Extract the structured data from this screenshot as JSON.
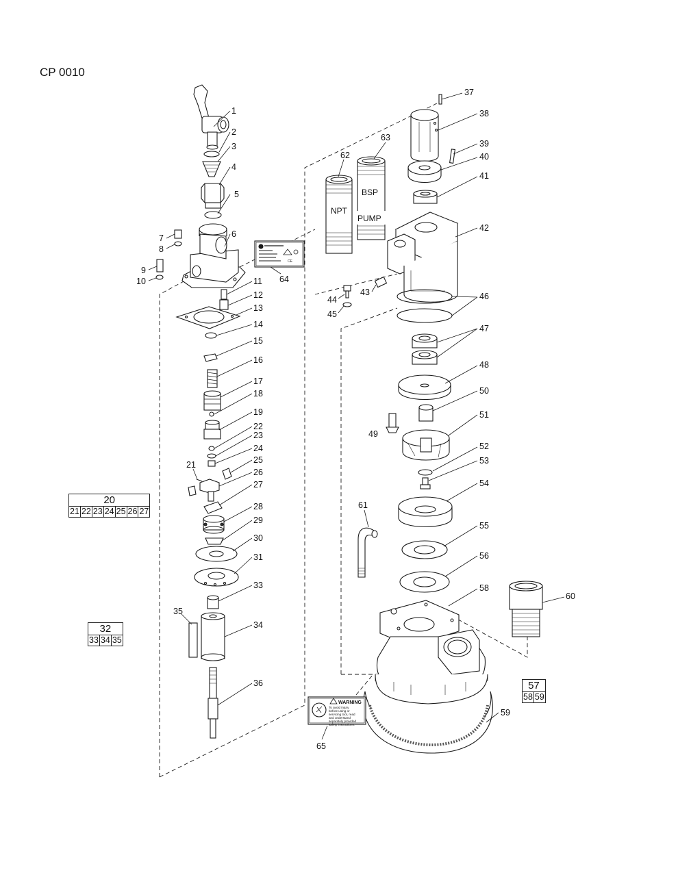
{
  "title": "CP 0010",
  "callouts": [
    "1",
    "2",
    "3",
    "4",
    "5",
    "6",
    "7",
    "8",
    "9",
    "10",
    "11",
    "12",
    "13",
    "14",
    "15",
    "16",
    "17",
    "18",
    "19",
    "21",
    "22",
    "23",
    "24",
    "25",
    "26",
    "27",
    "28",
    "29",
    "30",
    "31",
    "33",
    "34",
    "35",
    "36",
    "37",
    "38",
    "39",
    "40",
    "41",
    "42",
    "43",
    "44",
    "45",
    "46",
    "47",
    "48",
    "49",
    "50",
    "51",
    "52",
    "53",
    "54",
    "55",
    "56",
    "58",
    "59",
    "60",
    "61",
    "62",
    "63",
    "64",
    "65"
  ],
  "kits": [
    {
      "kit": "20",
      "parts": [
        "21",
        "22",
        "23",
        "24",
        "25",
        "26",
        "27"
      ]
    },
    {
      "kit": "32",
      "parts": [
        "33",
        "34",
        "35"
      ]
    },
    {
      "kit": "57",
      "parts": [
        "58",
        "59"
      ]
    }
  ],
  "hose_labels": {
    "npt": "NPT",
    "bsp": "BSP",
    "pump": "PUMP"
  },
  "warning_label": {
    "heading": "WARNING",
    "lines": [
      "To avoid injury",
      "before using or",
      "servicing tool, read",
      "and understand",
      "separately provided",
      "safety instructions."
    ]
  },
  "colors": {
    "line": "#1a1a1a",
    "fill": "#ffffff",
    "shade": "#cfcfcf"
  }
}
